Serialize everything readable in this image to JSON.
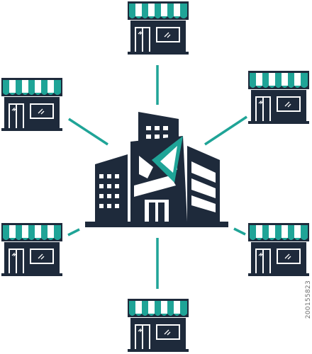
{
  "illustration": {
    "theme": "central office building connected to six retail stores",
    "colors": {
      "navy": "#1e2a3b",
      "teal": "#1fa497",
      "white": "#ffffff"
    },
    "icons": {
      "hub": "office-building-icon",
      "node": "store-icon"
    },
    "store_count": 6,
    "stock_id": "200155823"
  }
}
